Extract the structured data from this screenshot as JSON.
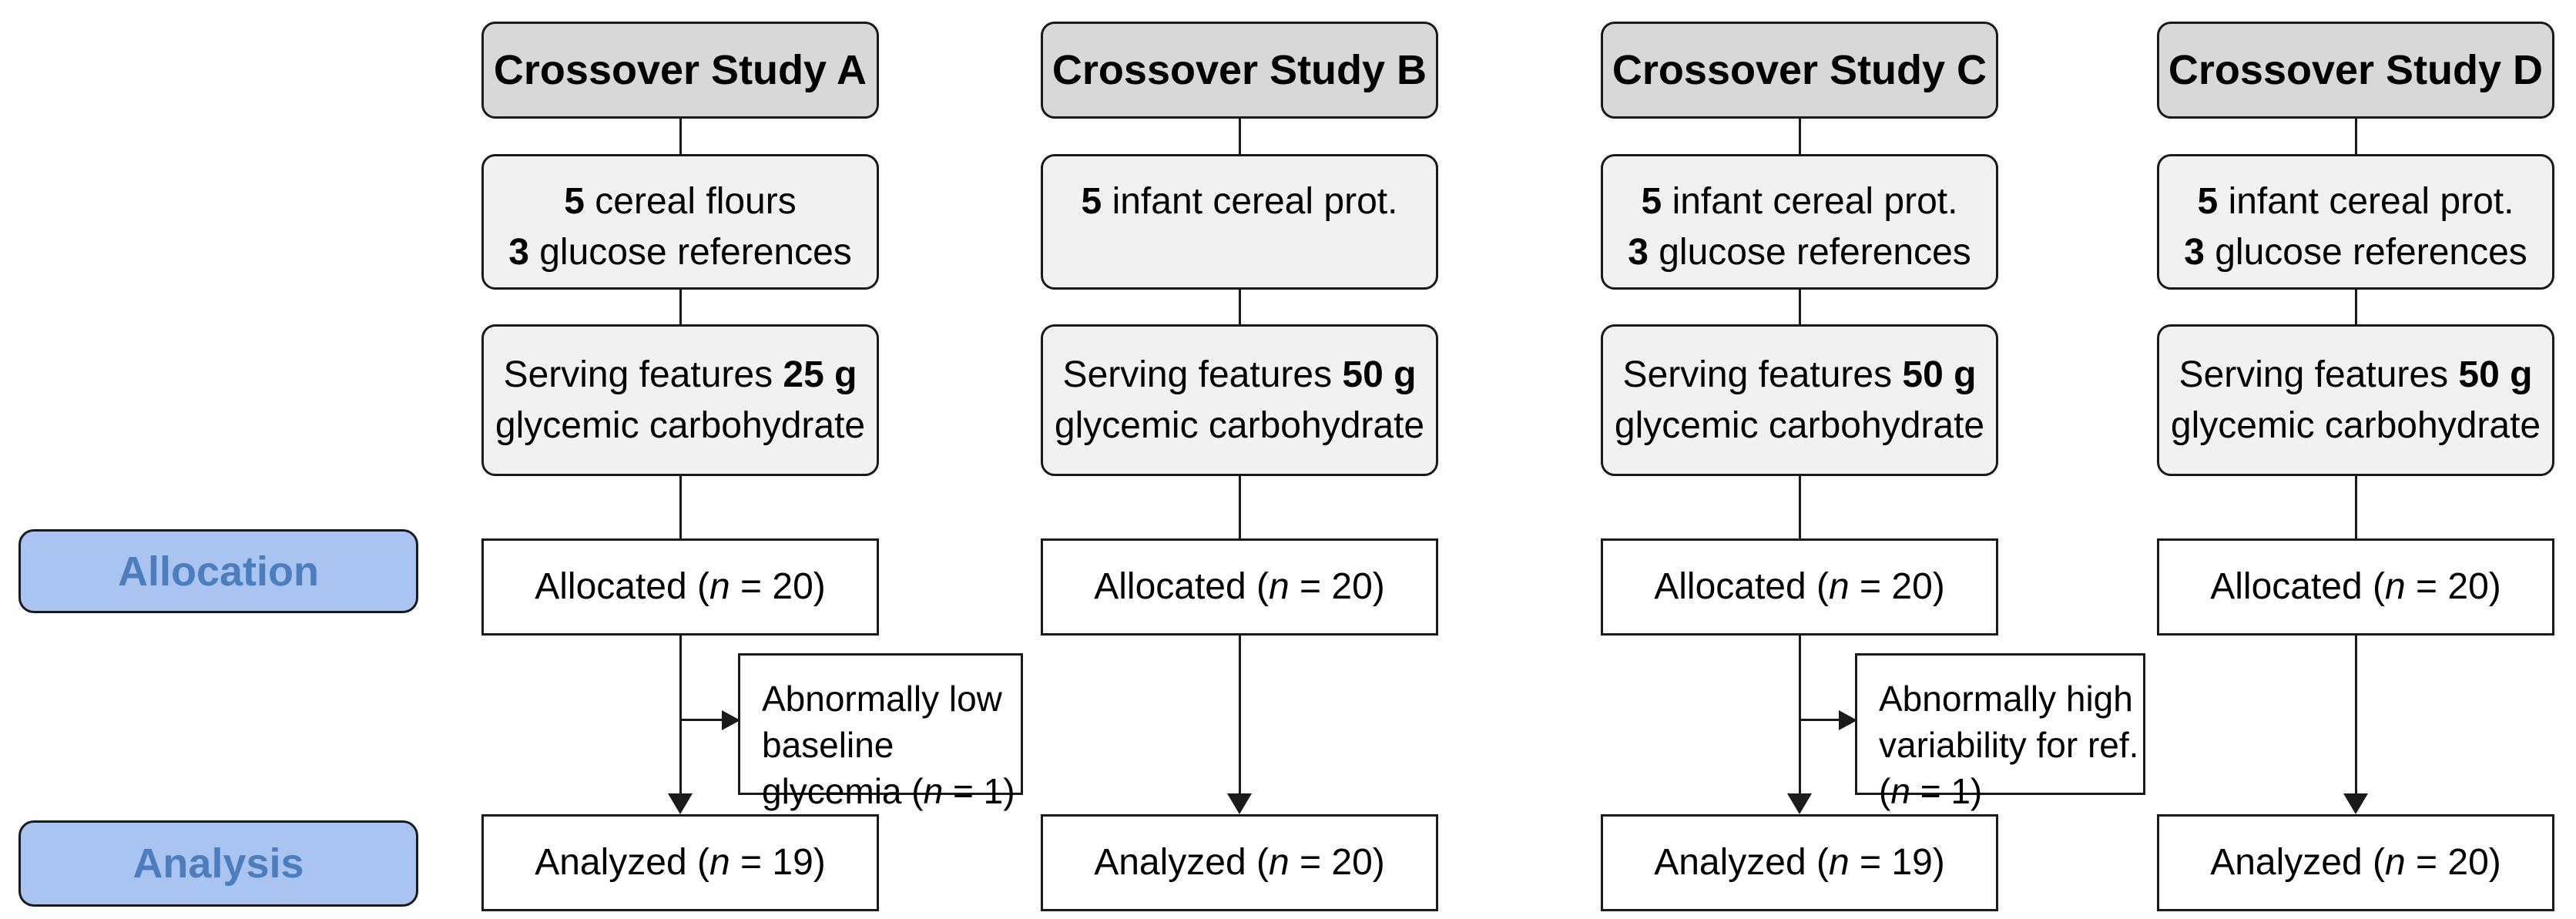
{
  "colors": {
    "ink": "#1a1a1a",
    "gray-dark": "#d8d8d8",
    "gray-light": "#f1f1f1",
    "white": "#ffffff",
    "blue-fill": "#a9c4f0",
    "blue-text": "#4c7dbd"
  },
  "side_labels": [
    {
      "label": "Allocation"
    },
    {
      "label": "Analysis"
    }
  ],
  "columns": [
    {
      "header": "Crossover Study A",
      "products": [
        [
          {
            "t": "5",
            "b": 1
          },
          {
            "t": " cereal flours"
          }
        ],
        [
          {
            "t": "3",
            "b": 1
          },
          {
            "t": " glucose references"
          }
        ]
      ],
      "serving": [
        [
          {
            "t": "Serving features "
          },
          {
            "t": "25 g",
            "b": 1
          }
        ],
        [
          {
            "t": "glycemic carbohydrate"
          }
        ]
      ],
      "allocated": [
        [
          {
            "t": "Allocated ("
          },
          {
            "t": "n",
            "i": 1
          },
          {
            "t": " = 20)"
          }
        ]
      ],
      "exclusion": [
        [
          {
            "t": "Abnormally low"
          }
        ],
        [
          {
            "t": "baseline"
          }
        ],
        [
          {
            "t": "glycemia ("
          },
          {
            "t": "n",
            "i": 1
          },
          {
            "t": " = 1)"
          }
        ]
      ],
      "analyzed": [
        [
          {
            "t": "Analyzed ("
          },
          {
            "t": "n",
            "i": 1
          },
          {
            "t": " = 19)"
          }
        ]
      ]
    },
    {
      "header": "Crossover Study B",
      "products": [
        [
          {
            "t": "5",
            "b": 1
          },
          {
            "t": " infant cereal prot."
          }
        ]
      ],
      "serving": [
        [
          {
            "t": "Serving features "
          },
          {
            "t": "50 g",
            "b": 1
          }
        ],
        [
          {
            "t": "glycemic carbohydrate"
          }
        ]
      ],
      "allocated": [
        [
          {
            "t": "Allocated ("
          },
          {
            "t": "n",
            "i": 1
          },
          {
            "t": " = 20)"
          }
        ]
      ],
      "analyzed": [
        [
          {
            "t": "Analyzed ("
          },
          {
            "t": "n",
            "i": 1
          },
          {
            "t": " = 20)"
          }
        ]
      ]
    },
    {
      "header": "Crossover Study C",
      "products": [
        [
          {
            "t": "5",
            "b": 1
          },
          {
            "t": " infant cereal prot."
          }
        ],
        [
          {
            "t": "3",
            "b": 1
          },
          {
            "t": " glucose references"
          }
        ]
      ],
      "serving": [
        [
          {
            "t": "Serving features "
          },
          {
            "t": "50 g",
            "b": 1
          }
        ],
        [
          {
            "t": "glycemic carbohydrate"
          }
        ]
      ],
      "allocated": [
        [
          {
            "t": "Allocated ("
          },
          {
            "t": "n",
            "i": 1
          },
          {
            "t": " = 20)"
          }
        ]
      ],
      "exclusion": [
        [
          {
            "t": "Abnormally high"
          }
        ],
        [
          {
            "t": "variability for ref."
          }
        ],
        [
          {
            "t": "("
          },
          {
            "t": "n",
            "i": 1
          },
          {
            "t": " = 1)"
          }
        ]
      ],
      "analyzed": [
        [
          {
            "t": "Analyzed ("
          },
          {
            "t": "n",
            "i": 1
          },
          {
            "t": " = 19)"
          }
        ]
      ]
    },
    {
      "header": "Crossover Study D",
      "products": [
        [
          {
            "t": "5",
            "b": 1
          },
          {
            "t": " infant cereal prot."
          }
        ],
        [
          {
            "t": "3",
            "b": 1
          },
          {
            "t": " glucose references"
          }
        ]
      ],
      "serving": [
        [
          {
            "t": "Serving features "
          },
          {
            "t": "50 g",
            "b": 1
          }
        ],
        [
          {
            "t": "glycemic carbohydrate"
          }
        ]
      ],
      "allocated": [
        [
          {
            "t": "Allocated ("
          },
          {
            "t": "n",
            "i": 1
          },
          {
            "t": " = 20)"
          }
        ]
      ],
      "analyzed": [
        [
          {
            "t": "Analyzed ("
          },
          {
            "t": "n",
            "i": 1
          },
          {
            "t": " = 20)"
          }
        ]
      ]
    }
  ]
}
